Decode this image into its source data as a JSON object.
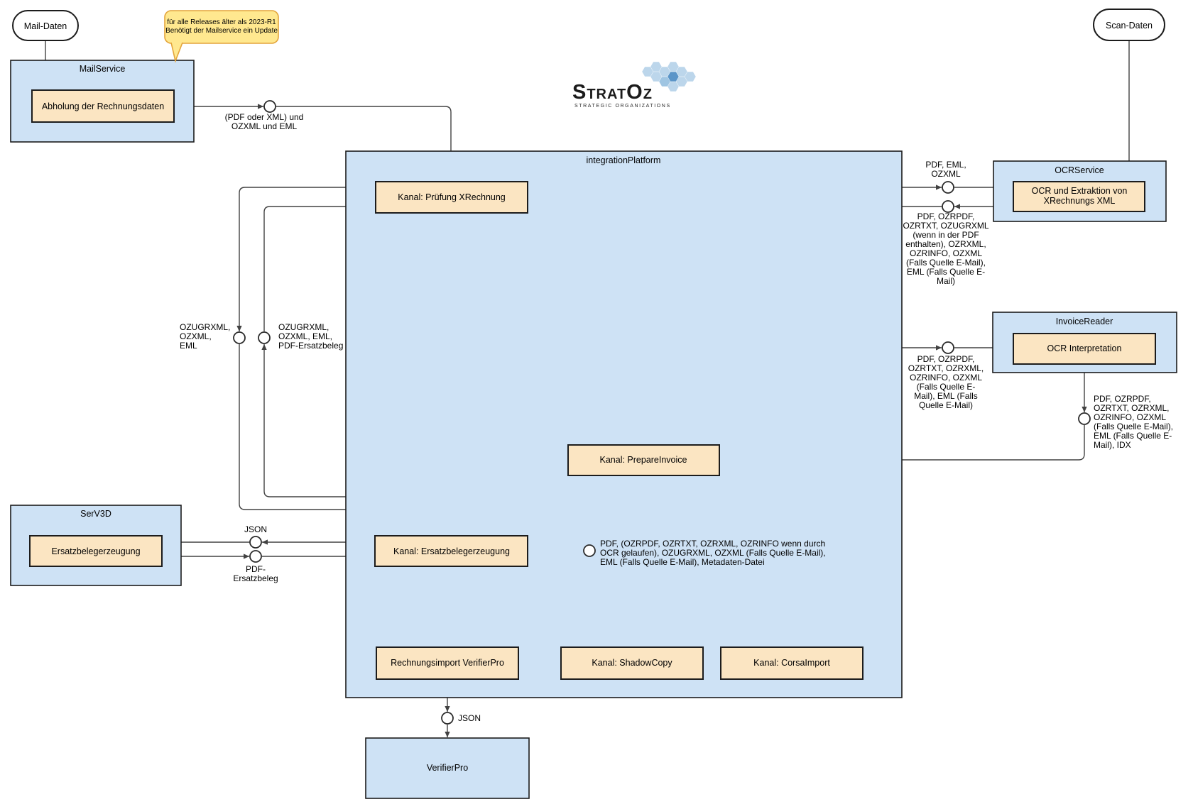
{
  "logo": {
    "brand": "StratOz",
    "subtitle": "STRATEGIC ORGANIZATIONS"
  },
  "nodes": {
    "mail_daten": "Mail-Daten",
    "scan_daten": "Scan-Daten",
    "mailservice": "MailService",
    "abholung": "Abholung der Rechnungsdaten",
    "integration_platform": "integrationPlatform",
    "pruefung": "Kanal: Prüfung XRechnung",
    "ocrservice": "OCRService",
    "ocr_extraktion": [
      "OCR und Extraktion von",
      "XRechnungs XML"
    ],
    "invoicereader": "InvoiceReader",
    "ocr_interpretation": "OCR Interpretation",
    "prepareinvoice": "Kanal: PrepareInvoice",
    "serv3d": "SerV3D",
    "ersatzbeleg": "Ersatzbelegerzeugung",
    "kanal_ersatzbeleg": "Kanal: Ersatzbelegerzeugung",
    "rechnungsimport": "Rechnungsimport VerifierPro",
    "shadowcopy": "Kanal: ShadowCopy",
    "corsaimport": "Kanal: CorsaImport",
    "verifierpro": "VerifierPro"
  },
  "callout": {
    "lines": [
      "für alle Releases älter als 2023-R1",
      "Benötigt der Mailservice ein Update"
    ]
  },
  "edge_labels": {
    "mail_out": [
      "(PDF oder XML) und",
      "OZXML und EML"
    ],
    "ocr_in": [
      "PDF, EML,",
      "OZXML"
    ],
    "ocr_return": [
      "PDF, OZRPDF,",
      "OZRTXT, OZUGRXML",
      "(wenn in der PDF",
      "enthalten), OZRXML,",
      "OZRINFO, OZXML",
      "(Falls Quelle E-Mail),",
      "EML (Falls Quelle E-",
      "Mail)"
    ],
    "invoicereader_in": [
      "PDF, OZRPDF,",
      "OZRTXT, OZRXML,",
      "OZRINFO, OZXML",
      "(Falls Quelle E-",
      "Mail), EML (Falls",
      "Quelle E-Mail)"
    ],
    "invoicereader_out": [
      "PDF, OZRPDF,",
      "OZRTXT, OZRXML,",
      "OZRINFO, OZXML",
      "(Falls Quelle E-Mail),",
      "EML (Falls Quelle E-",
      "Mail), IDX"
    ],
    "prepare_out": [
      "PDF, (OZRPDF, OZRTXT, OZRXML, OZRINFO wenn durch",
      "OCR gelaufen), OZUGRXML, OZXML (Falls Quelle E-Mail),",
      "EML (Falls Quelle E-Mail), Metadaten-Datei"
    ],
    "loop_out": [
      "OZUGRXML,",
      "OZXML,",
      "EML"
    ],
    "loop_in": [
      "OZUGRXML,",
      "OZXML, EML,",
      "PDF-Ersatzbeleg"
    ],
    "json_to_serv3d": "JSON",
    "pdf_from_serv3d": [
      "PDF-",
      "Ersatzbeleg"
    ],
    "json_to_verifierpro": "JSON"
  },
  "colors": {
    "container_fill": "#CEE2F5",
    "node_fill": "#FBE5C2",
    "callout_fill": "#FFE88F",
    "callout_border": "#E3A43B",
    "line": "#424242",
    "logo_hex_light": "#BCD6EB",
    "logo_hex_dark": "#5B95C8"
  }
}
